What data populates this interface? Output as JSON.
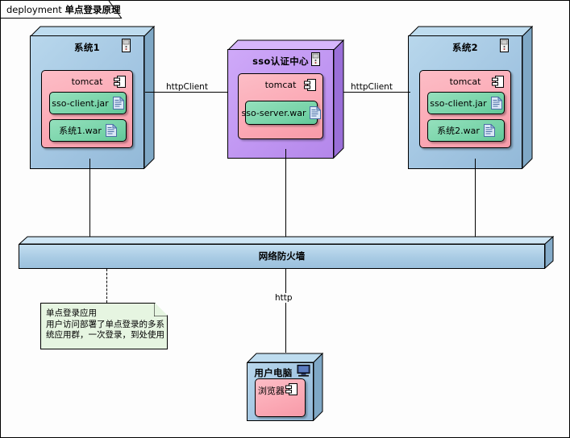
{
  "frame": {
    "keyword": "deployment",
    "name": "单点登录原理"
  },
  "nodes": [
    {
      "id": "system1",
      "title": "系统1",
      "icon": "device-icon",
      "component": {
        "title": "tomcat",
        "icon": "component-icon",
        "artifacts": [
          {
            "label": "sso-client.jar",
            "icon": "artifact-icon"
          },
          {
            "label": "系统1.war",
            "icon": "artifact-icon"
          }
        ]
      }
    },
    {
      "id": "sso-center",
      "title": "sso认证中心",
      "icon": "device-icon",
      "component": {
        "title": "tomcat",
        "icon": "component-icon",
        "artifacts": [
          {
            "label": "sso-server.war",
            "icon": "artifact-icon"
          }
        ]
      }
    },
    {
      "id": "system2",
      "title": "系统2",
      "icon": "device-icon",
      "component": {
        "title": "tomcat",
        "icon": "component-icon",
        "artifacts": [
          {
            "label": "sso-client.jar",
            "icon": "artifact-icon"
          },
          {
            "label": "系统2.war",
            "icon": "artifact-icon"
          }
        ]
      }
    }
  ],
  "firewall": {
    "title": "网络防火墙"
  },
  "client": {
    "title": "用户电脑",
    "icon": "monitor-icon",
    "component": {
      "title": "浏览器",
      "icon": "component-icon"
    }
  },
  "links": [
    {
      "id": "left-httpclient",
      "label": "httpClient"
    },
    {
      "id": "right-httpclient",
      "label": "httpClient"
    },
    {
      "id": "client-http",
      "label": "http"
    }
  ],
  "note": {
    "lines": [
      "单点登录应用",
      "用户访问部署了单点登录的多系",
      "统应用群，一次登录，到处使用"
    ]
  },
  "colors": {
    "node_blue": "#a9cbe4",
    "node_purple": "#c39cf4",
    "component_pink": "#fba8b4",
    "artifact_green": "#79d6ab",
    "firewall_blue": "#a9cbe4",
    "note_green": "#e6f5e1",
    "outline": "#000000"
  }
}
